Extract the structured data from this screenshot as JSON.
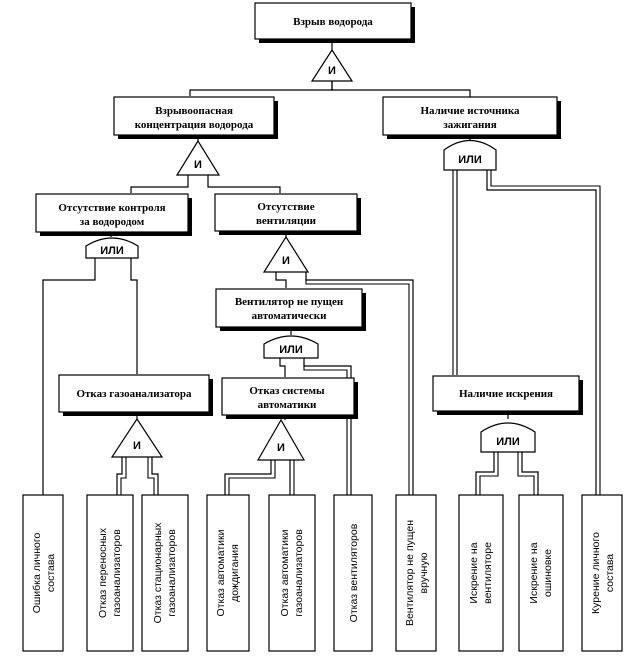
{
  "events": {
    "top": "Взрыв водорода",
    "explosive": [
      "Взрывоопасная",
      "концентрация водорода"
    ],
    "ignition": [
      "Наличие источника",
      "зажигания"
    ],
    "no_control": [
      "Отсутствие контроля",
      "за водородом"
    ],
    "no_ventilation": [
      "Отсутствие",
      "вентиляции"
    ],
    "fan_not_started_auto": [
      "Вентилятор не пущен",
      "автоматически"
    ],
    "analyzer_failure": "Отказ газоанализатора",
    "automation_failure": [
      "Отказ системы",
      "автоматики"
    ],
    "sparking": "Наличие искрения"
  },
  "gates": {
    "and_label": "И",
    "or_label": "ИЛИ"
  },
  "basic_events": [
    [
      "Ошибка личного",
      "состава"
    ],
    [
      "Отказ переносных",
      "газоанализаторов"
    ],
    [
      "Отказ стационарных",
      "газоанализаторов"
    ],
    [
      "Отказ автоматики",
      "дождигания"
    ],
    [
      "Отказ автоматики",
      "газоанализаторов"
    ],
    [
      "Отказ вентиляторов"
    ],
    [
      "Вентилятор не пущен",
      "вручную"
    ],
    [
      "Искрение на",
      "вентиляторе"
    ],
    [
      "Искрение на",
      "ошиновке"
    ],
    [
      "Курение личного",
      "состава"
    ]
  ]
}
